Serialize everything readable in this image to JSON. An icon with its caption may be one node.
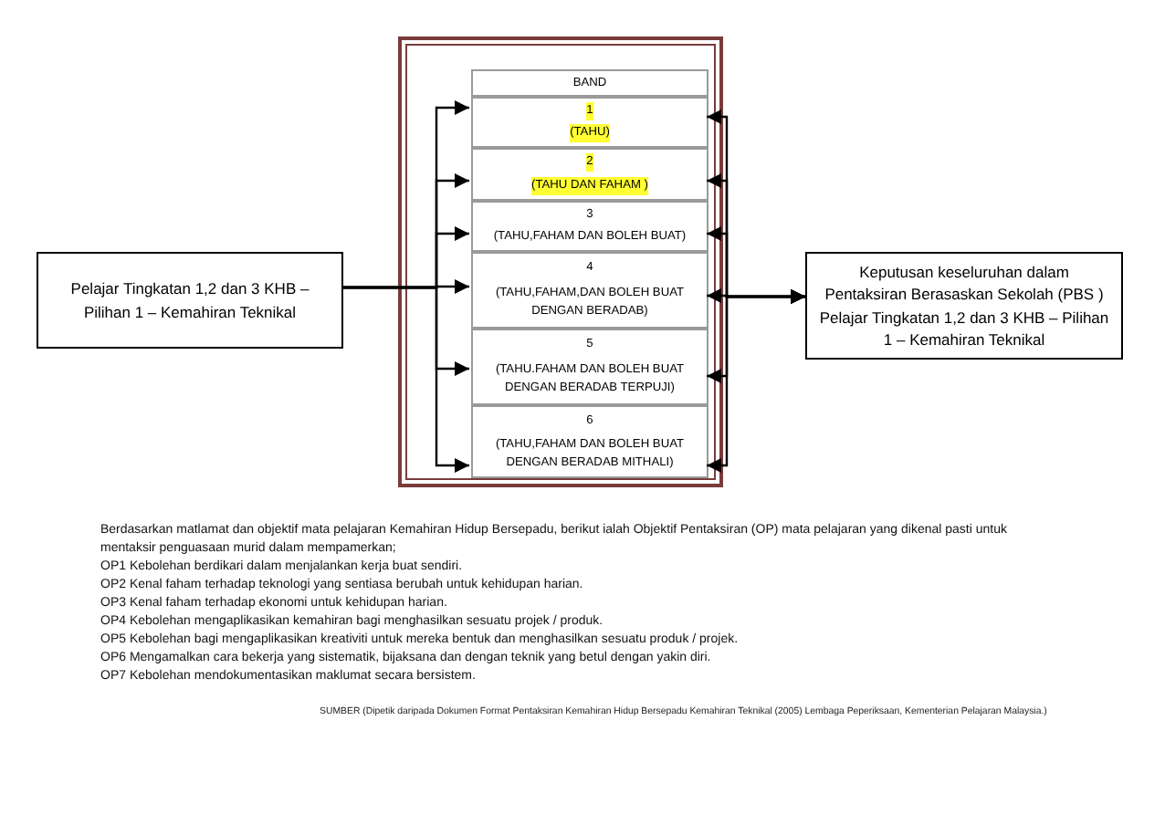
{
  "diagram": {
    "nodes": [
      {
        "text": [
          "Pelajar Tingkatan 1,2 dan 3 KHB – Pilihan 1 – Kemahiran Teknikal"
        ]
      },
      {
        "text": [],
        "shape": "box"
      },
      {
        "text": [
          "BAND"
        ],
        "in": 1
      },
      {
        "text": [
          "1",
          "(TAHU)"
        ],
        "in": 1
      },
      {
        "text": [
          "2",
          "(TAHU DAN FAHAM )"
        ],
        "in": 1
      },
      {
        "text": [
          "3",
          "(TAHU,FAHAM DAN BOLEH BUAT)"
        ],
        "in": 1
      },
      {
        "text": [
          "4",
          "(TAHU,FAHAM,DAN BOLEH BUAT DENGAN BERADAB)"
        ],
        "in": 1
      },
      {
        "text": [
          "5",
          "(TAHU.FAHAM DAN BOLEH BUAT DENGAN BERADAB TERPUJI)"
        ],
        "in": 1
      },
      {
        "text": [
          "6",
          "(TAHU,FAHAM DAN BOLEH BUAT DENGAN BERADAB MITHALI)"
        ],
        "in": 1
      },
      {
        "text": [
          "Keputusan keseluruhan dalam Pentaksiran Berasaskan Sekolah (PBS ) Pelajar Tingkatan 1,2 dan 3 KHB – Pilihan 1 – Kemahiran Teknikal"
        ]
      }
    ],
    "edges": [
      {
        "from": 0,
        "to": 3,
        "arrow": "to"
      },
      {
        "from": 0,
        "to": 4,
        "arrow": "to"
      },
      {
        "from": 0,
        "to": 5,
        "arrow": "to"
      },
      {
        "from": 0,
        "to": 6,
        "arrow": "to"
      },
      {
        "from": 0,
        "to": 7,
        "arrow": "to"
      },
      {
        "from": 0,
        "to": 8,
        "arrow": "to"
      },
      {
        "from": 9,
        "to": 3,
        "arrow": "both"
      },
      {
        "from": 9,
        "to": 4,
        "arrow": "both"
      },
      {
        "from": 9,
        "to": 5,
        "arrow": "both"
      },
      {
        "from": 9,
        "to": 6,
        "arrow": "both"
      },
      {
        "from": 9,
        "to": 7,
        "arrow": "both"
      },
      {
        "from": 9,
        "to": 8,
        "arrow": "both"
      }
    ],
    "labels": [
      "Berdasarkan matlamat dan objektif mata pelajaran Kemahiran Hidup Bersepadu, berikut ialah Objektif Pentaksiran (OP) mata pelajaran yang dikenal pasti untuk mentaksir penguasaan murid dalam mempamerkan;",
      "OP1 Kebolehan berdikari dalam menjalankan kerja buat sendiri.",
      "OP2 Kenal faham terhadap teknologi yang sentiasa berubah untuk kehidupan harian.",
      "OP3 Kenal faham terhadap ekonomi untuk kehidupan harian.",
      "OP4 Kebolehan mengaplikasikan kemahiran bagi menghasilkan sesuatu projek / produk.",
      "OP5 Kebolehan bagi mengaplikasikan kreativiti untuk mereka bentuk dan menghasilkan sesuatu produk / projek.",
      "OP6 Mengamalkan cara bekerja yang sistematik, bijaksana dan dengan teknik yang betul dengan yakin diri.",
      "OP7 Kebolehan mendokumentasikan maklumat secara bersistem.",
      "SUMBER (Dipetik daripada Dokumen Format Pentaksiran Kemahiran Hidup Bersepadu Kemahiran Teknikal (2005) Lembaga Peperiksaan, Kementerian Pelajaran Malaysia.)"
    ]
  }
}
